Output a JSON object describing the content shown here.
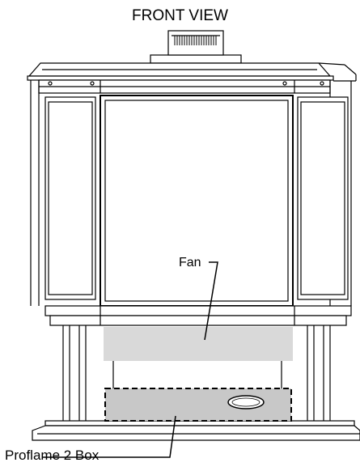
{
  "diagram": {
    "title": "FRONT VIEW",
    "callouts": {
      "fan": "Fan",
      "proflame_box": "Proflame 2 Box"
    },
    "colors": {
      "line": "#000000",
      "fan_fill": "#d9d9d9",
      "box_fill": "#c8c8c8",
      "background": "#ffffff"
    }
  }
}
